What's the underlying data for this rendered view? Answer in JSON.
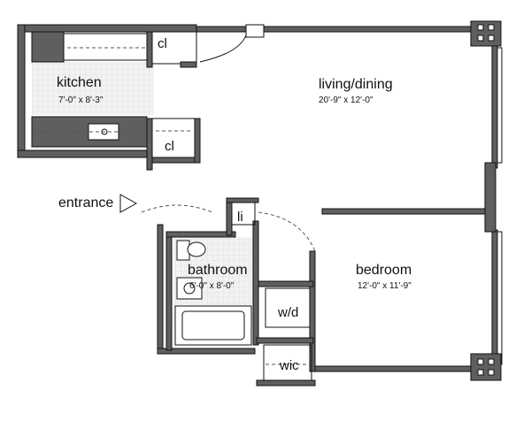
{
  "plan": {
    "rooms": {
      "kitchen": {
        "name": "kitchen",
        "dims": "7'-0\" x 8'-3\""
      },
      "living": {
        "name": "living/dining",
        "dims": "20'-9\" x 12'-0\""
      },
      "bathroom": {
        "name": "bathroom",
        "dims": "6'-0\" x 8'-0\""
      },
      "bedroom": {
        "name": "bedroom",
        "dims": "12'-0\" x 11'-9\""
      }
    },
    "closets": {
      "kitchen_top": "cl",
      "kitchen_bottom": "cl",
      "linen": "li",
      "washer_dryer": "w/d",
      "walk_in": "wic"
    },
    "entrance": "entrance"
  },
  "colors": {
    "wall_fill": "#5f5f5f",
    "line": "#111111",
    "tile": "#e4e4e4"
  }
}
